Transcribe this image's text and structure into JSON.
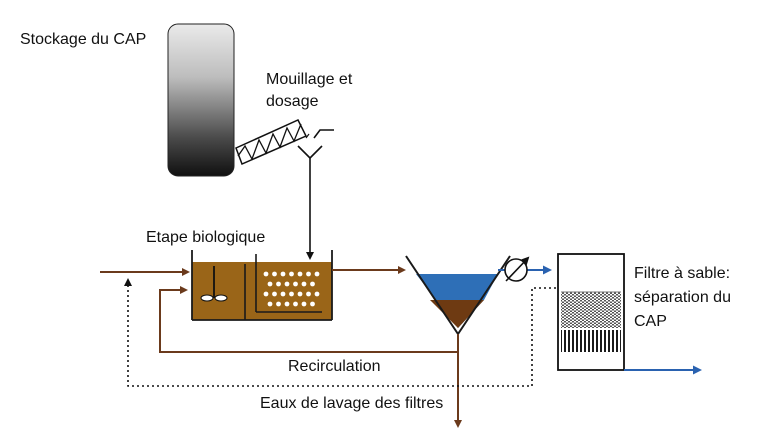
{
  "labels": {
    "storage": "Stockage du CAP",
    "wetting_line1": "Mouillage et",
    "wetting_line2": "dosage",
    "bio_step": "Etape biologique",
    "filter_line1": "Filtre à sable:",
    "filter_line2": "séparation du",
    "filter_line3": "CAP",
    "recirculation": "Recirculation",
    "wash_water": "Eaux de lavage des filtres"
  },
  "colors": {
    "water_line": "#6b3a1c",
    "tank_fill": "#9a6518",
    "clarifier_water": "#2e6fb7",
    "sludge": "#6e3a12",
    "treated_water": "#2a62b0",
    "silo_top": "#e7e7e7",
    "silo_bottom": "#111111",
    "ink": "#111111"
  },
  "icons": [
    "stirrer-icon",
    "flow-meter-icon",
    "conveyor-screw-icon",
    "dosing-funnel-icon"
  ]
}
